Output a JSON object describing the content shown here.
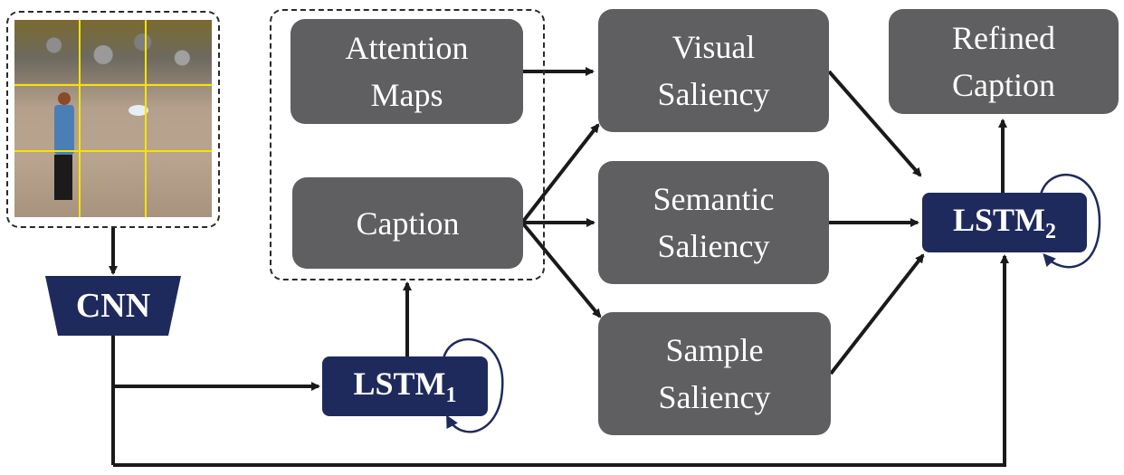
{
  "diagram": {
    "input_image": {
      "alt": "woman throwing a frisbee on a beach",
      "grid": "3x3",
      "grid_color": "#f6e400"
    },
    "nodes": {
      "cnn": {
        "label": "CNN",
        "color": "#1f2a5c"
      },
      "lstm1": {
        "label": "LSTM",
        "subscript": "1",
        "color": "#1f2a5c"
      },
      "lstm2": {
        "label": "LSTM",
        "subscript": "2",
        "color": "#1f2a5c"
      },
      "attention_maps": {
        "line1": "Attention",
        "line2": "Maps",
        "color": "#5f5f61"
      },
      "caption": {
        "label": "Caption",
        "color": "#5f5f61"
      },
      "visual_saliency": {
        "line1": "Visual",
        "line2": "Saliency",
        "color": "#5f5f61"
      },
      "semantic_saliency": {
        "line1": "Semantic",
        "line2": "Saliency",
        "color": "#5f5f61"
      },
      "sample_saliency": {
        "line1": "Sample",
        "line2": "Saliency",
        "color": "#5f5f61"
      },
      "refined_caption": {
        "line1": "Refined",
        "line2": "Caption",
        "color": "#5f5f61"
      }
    },
    "edges": [
      {
        "from": "input_image",
        "to": "cnn"
      },
      {
        "from": "cnn",
        "to": "lstm1"
      },
      {
        "from": "cnn",
        "to": "lstm2"
      },
      {
        "from": "lstm1",
        "to": "lstm1",
        "type": "recurrent"
      },
      {
        "from": "lstm1",
        "to": "attention_caption_group"
      },
      {
        "from": "attention_maps",
        "to": "visual_saliency"
      },
      {
        "from": "caption",
        "to": "visual_saliency"
      },
      {
        "from": "caption",
        "to": "semantic_saliency"
      },
      {
        "from": "caption",
        "to": "sample_saliency"
      },
      {
        "from": "visual_saliency",
        "to": "lstm2"
      },
      {
        "from": "semantic_saliency",
        "to": "lstm2"
      },
      {
        "from": "sample_saliency",
        "to": "lstm2"
      },
      {
        "from": "lstm2",
        "to": "lstm2",
        "type": "recurrent"
      },
      {
        "from": "lstm2",
        "to": "refined_caption"
      }
    ]
  }
}
